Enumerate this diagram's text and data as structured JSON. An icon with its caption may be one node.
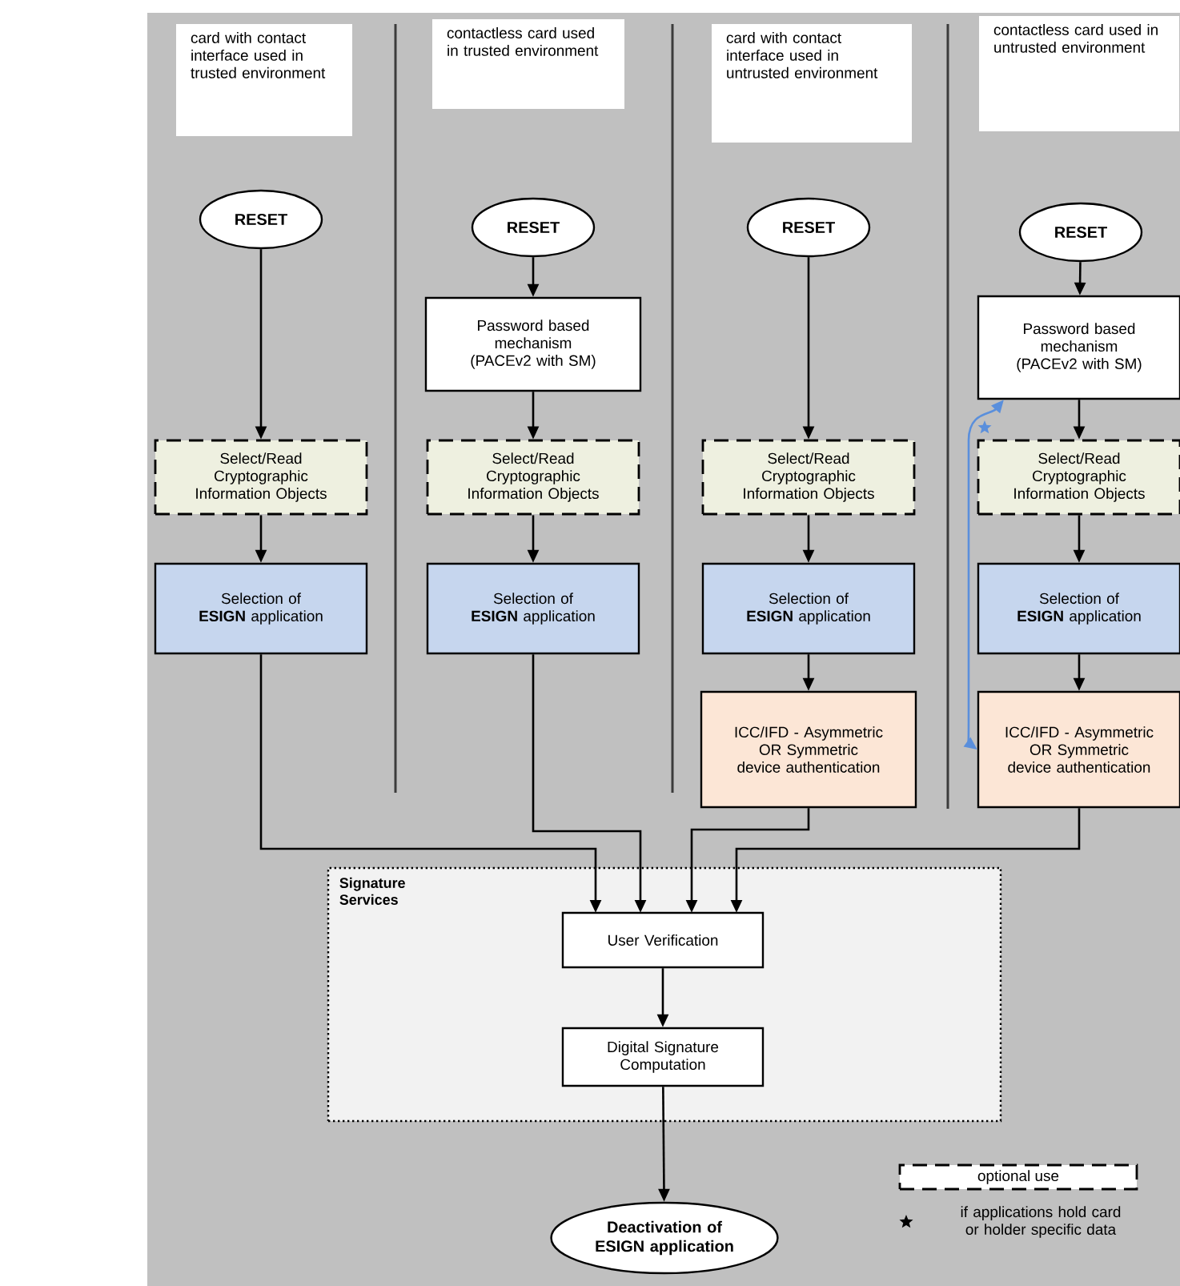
{
  "diagram": {
    "nodes": [
      {
        "text": [
          "card with contact interface used in trusted environment"
        ]
      },
      {
        "text": [
          "contactless card used in trusted environment"
        ]
      },
      {
        "text": [
          "card with contact interface used in untrusted environment"
        ]
      },
      {
        "text": [
          "contactless card used in untrusted environment"
        ]
      },
      {
        "text": [
          "RESET"
        ]
      },
      {
        "text": [
          "Select/Read Cryptographic Information Objects"
        ]
      },
      {
        "text": [
          "Selection of **ESIGN** application"
        ]
      },
      {
        "text": [
          "RESET"
        ]
      },
      {
        "text": [
          "Password based mechanism (PACEv2 with SM)"
        ]
      },
      {
        "text": [
          "Select/Read Cryptographic Information Objects"
        ]
      },
      {
        "text": [
          "Selection of **ESIGN** application"
        ]
      },
      {
        "text": [
          "RESET"
        ]
      },
      {
        "text": [
          "Select/Read Cryptographic Information Objects"
        ]
      },
      {
        "text": [
          "Selection of **ESIGN** application"
        ]
      },
      {
        "text": [
          "ICC/IFD - Asymmetric OR Symmetric device authentication"
        ]
      },
      {
        "text": [
          "RESET"
        ]
      },
      {
        "text": [
          "Password based mechanism (PACEv2 with SM)"
        ]
      },
      {
        "text": [
          "Select/Read Cryptographic Information Objects"
        ]
      },
      {
        "text": [
          "Selection of **ESIGN** application"
        ]
      },
      {
        "text": [
          "ICC/IFD - Asymmetric OR Symmetric device authentication"
        ]
      },
      {
        "text": [
          "Signature Services"
        ]
      },
      {
        "text": [
          "User Verification"
        ],
        "in": 20
      },
      {
        "text": [
          "Digital Signature Computation"
        ],
        "in": 20
      },
      {
        "text": [
          "Deactivation of ESIGN application"
        ]
      }
    ],
    "edges": [
      {
        "from": 4,
        "to": 5,
        "arrow": "to"
      },
      {
        "from": 5,
        "to": 6,
        "arrow": "to"
      },
      {
        "from": 6,
        "to": 21,
        "arrow": "to"
      },
      {
        "from": 7,
        "to": 8,
        "arrow": "to"
      },
      {
        "from": 8,
        "to": 9,
        "arrow": "to"
      },
      {
        "from": 9,
        "to": 10,
        "arrow": "to"
      },
      {
        "from": 10,
        "to": 21,
        "arrow": "to"
      },
      {
        "from": 11,
        "to": 12,
        "arrow": "to"
      },
      {
        "from": 12,
        "to": 13,
        "arrow": "to"
      },
      {
        "from": 13,
        "to": 14,
        "arrow": "to"
      },
      {
        "from": 14,
        "to": 21,
        "arrow": "to"
      },
      {
        "from": 15,
        "to": 16,
        "arrow": "to"
      },
      {
        "from": 16,
        "to": 17,
        "arrow": "to"
      },
      {
        "from": 17,
        "to": 18,
        "arrow": "to"
      },
      {
        "from": 18,
        "to": 19,
        "arrow": "to"
      },
      {
        "from": 19,
        "to": 21,
        "arrow": "to"
      },
      {
        "from": 16,
        "to": 19,
        "arrow": "both",
        "color": "#5a8fdc"
      },
      {
        "from": 21,
        "to": 22,
        "arrow": "to"
      },
      {
        "from": 22,
        "to": 23,
        "arrow": "to"
      }
    ],
    "legend": [
      {
        "text": "optional use"
      },
      {
        "text": "if applications hold card or holder specific data"
      }
    ]
  }
}
